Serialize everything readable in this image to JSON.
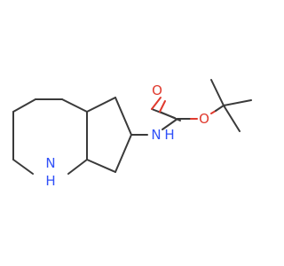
{
  "molecule": {
    "atoms": {
      "ring_nitrogen": {
        "symbol": "N",
        "hydrogen": "H"
      },
      "carbamate_nitrogen": {
        "symbol": "N",
        "hydrogen": "H"
      },
      "carbonyl_oxygen": {
        "symbol": "O"
      },
      "ester_oxygen": {
        "symbol": "O"
      }
    },
    "colors": {
      "bond": "#3a3a3a",
      "nitrogen": "#3050f8",
      "oxygen": "#e03a2e",
      "background": "#ffffff"
    }
  }
}
